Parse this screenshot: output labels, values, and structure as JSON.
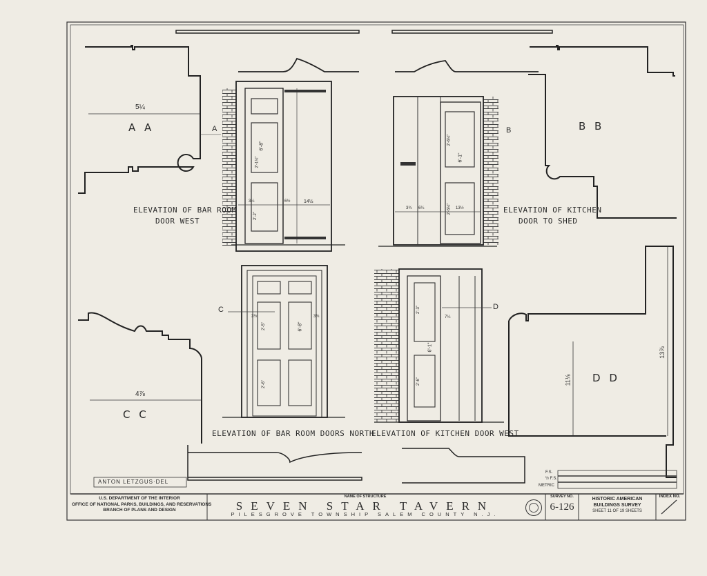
{
  "drawing": {
    "sections": [
      "A A",
      "B B",
      "C C",
      "D D"
    ],
    "section_markers": [
      "A",
      "B",
      "C",
      "D"
    ],
    "captions": {
      "bar_room_west": [
        "ELEVATION OF BAR ROOM",
        "DOOR  WEST"
      ],
      "kitchen_shed": [
        "ELEVATION OF KITCHEN",
        "DOOR TO SHED"
      ],
      "bar_room_north": "ELEVATION OF BAR ROOM DOORS NORTH",
      "kitchen_west": "ELEVATION OF KITCHEN DOOR WEST"
    },
    "dimensions": {
      "aa_width": "5¼",
      "cc_width": "4⅞",
      "dd_height": "11⅛",
      "dd_total": "13⅞",
      "door_a": [
        "6'-8\"",
        "2'-1½\"",
        "2'-2\"",
        "14½",
        "3¼",
        "6½"
      ],
      "door_b": [
        "2'-6½\"",
        "6'-1\"",
        "2'-5½\"",
        "6¼",
        "13½",
        "3¾"
      ],
      "door_c": [
        "6'-8\"",
        "2'-5\"",
        "2'-6\"",
        "3½",
        "3¾"
      ],
      "door_d": [
        "2'-3\"",
        "6'-1\"",
        "7¼",
        "2'-6\""
      ]
    },
    "scale": {
      "fs": "F.S.",
      "half": "½ F.S.",
      "metric": "METRIC"
    },
    "delineator": "ANTON LETZGUS·DEL"
  },
  "title_block": {
    "agency": [
      "U.S. DEPARTMENT OF THE INTERIOR",
      "OFFICE OF NATIONAL PARKS, BUILDINGS, AND RESERVATIONS",
      "BRANCH OF PLANS AND DESIGN"
    ],
    "structure_label": "NAME OF STRUCTURE",
    "structure_name": "SEVEN  STAR  TAVERN",
    "location": "PILESGROVE TOWNSHIP SALEM COUNTY N.J.",
    "survey_label": "SURVEY NO.",
    "survey_no": "6-126",
    "program": [
      "HISTORIC AMERICAN",
      "BUILDINGS SURVEY"
    ],
    "sheet": "SHEET 11 OF 19 SHEETS",
    "index_label": "INDEX NO."
  }
}
